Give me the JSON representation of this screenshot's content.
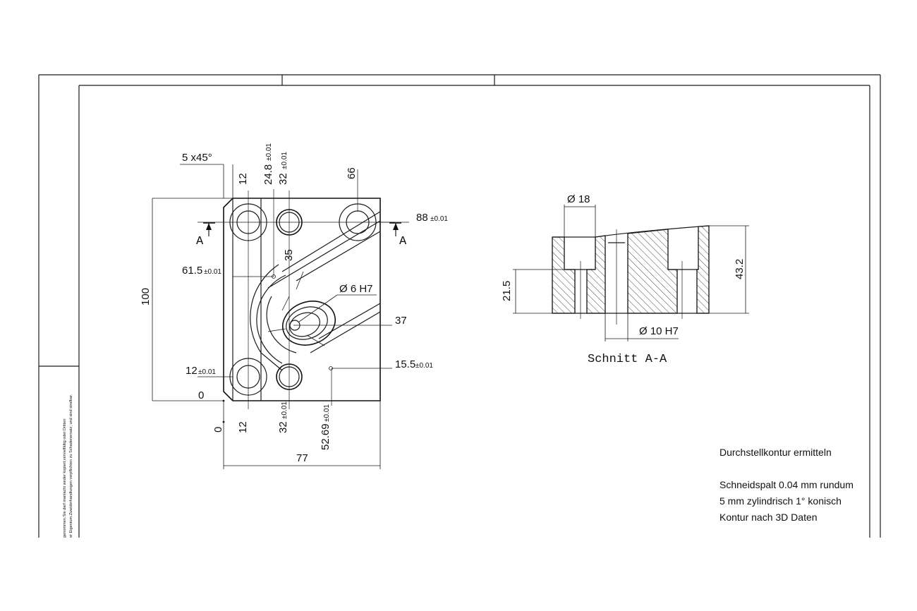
{
  "drawing": {
    "front_view": {
      "chamfer": "5 x45°",
      "top": {
        "d12": "12",
        "d24_8": "24.8",
        "d24_8_tol": "±0.01",
        "d32": "32",
        "d32_tol": "±0.01",
        "d66": "66"
      },
      "right": {
        "d88": "88",
        "d88_tol": "±0.01",
        "d37": "37",
        "d15_5": "15.5",
        "d15_5_tol": "±0.01"
      },
      "left": {
        "d100": "100",
        "d61_5": "61.5",
        "d61_5_tol": "±0.01",
        "d12": "12",
        "d12_tol": "±0.01",
        "d0": "0"
      },
      "bottom": {
        "d0": "0",
        "d12": "12",
        "d32": "32",
        "d32_tol": "±0.01",
        "d52_69": "52.69",
        "d52_69_tol": "±0.01",
        "d77": "77"
      },
      "center": {
        "d35": "35",
        "bore": "Ø 6 H7"
      },
      "section_mark": "A"
    },
    "section_view": {
      "top_dia": "Ø 18",
      "depth": "21.5",
      "height": "43.2",
      "bore": "Ø 10 H7",
      "title": "Schnitt A-A"
    },
    "notes": {
      "line1": "Durchstellkontur ermitteln",
      "line2": "Schneidspalt 0.04 mm rundum",
      "line3": "5 mm zylindrisch 1° konisch",
      "line4": "Kontur nach 3D Daten"
    },
    "side_note": {
      "line1": "genommen.Sie darf manlacht weder kopiert,vervielfältig oder Dritten",
      "line2": "er Eigentum.Zuwiderhandlungen verpflichten zu Schadenersatz; und sind strafbar."
    }
  }
}
